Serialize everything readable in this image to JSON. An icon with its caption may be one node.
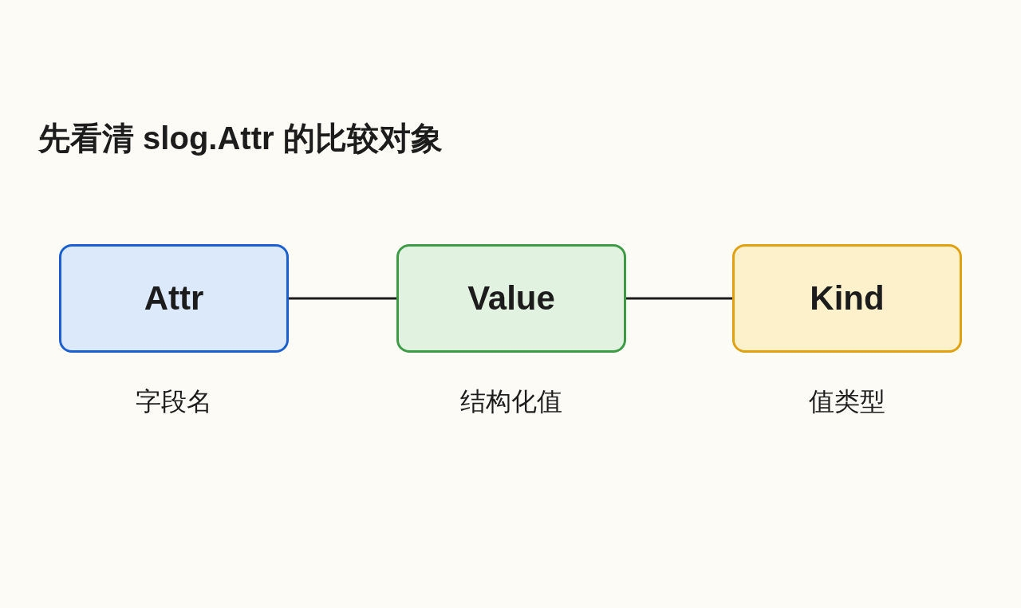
{
  "diagram": {
    "title": "先看清 slog.Attr 的比较对象",
    "nodes": [
      {
        "text": [
          "Attr"
        ],
        "beside": [
          "字段名"
        ]
      },
      {
        "text": [
          "Value"
        ],
        "beside": [
          "结构化值"
        ]
      },
      {
        "text": [
          "Kind"
        ],
        "beside": [
          "值类型"
        ]
      }
    ],
    "edges": [
      {
        "from": 0,
        "to": 1,
        "arrow": "none"
      },
      {
        "from": 1,
        "to": 2,
        "arrow": "none"
      }
    ]
  }
}
